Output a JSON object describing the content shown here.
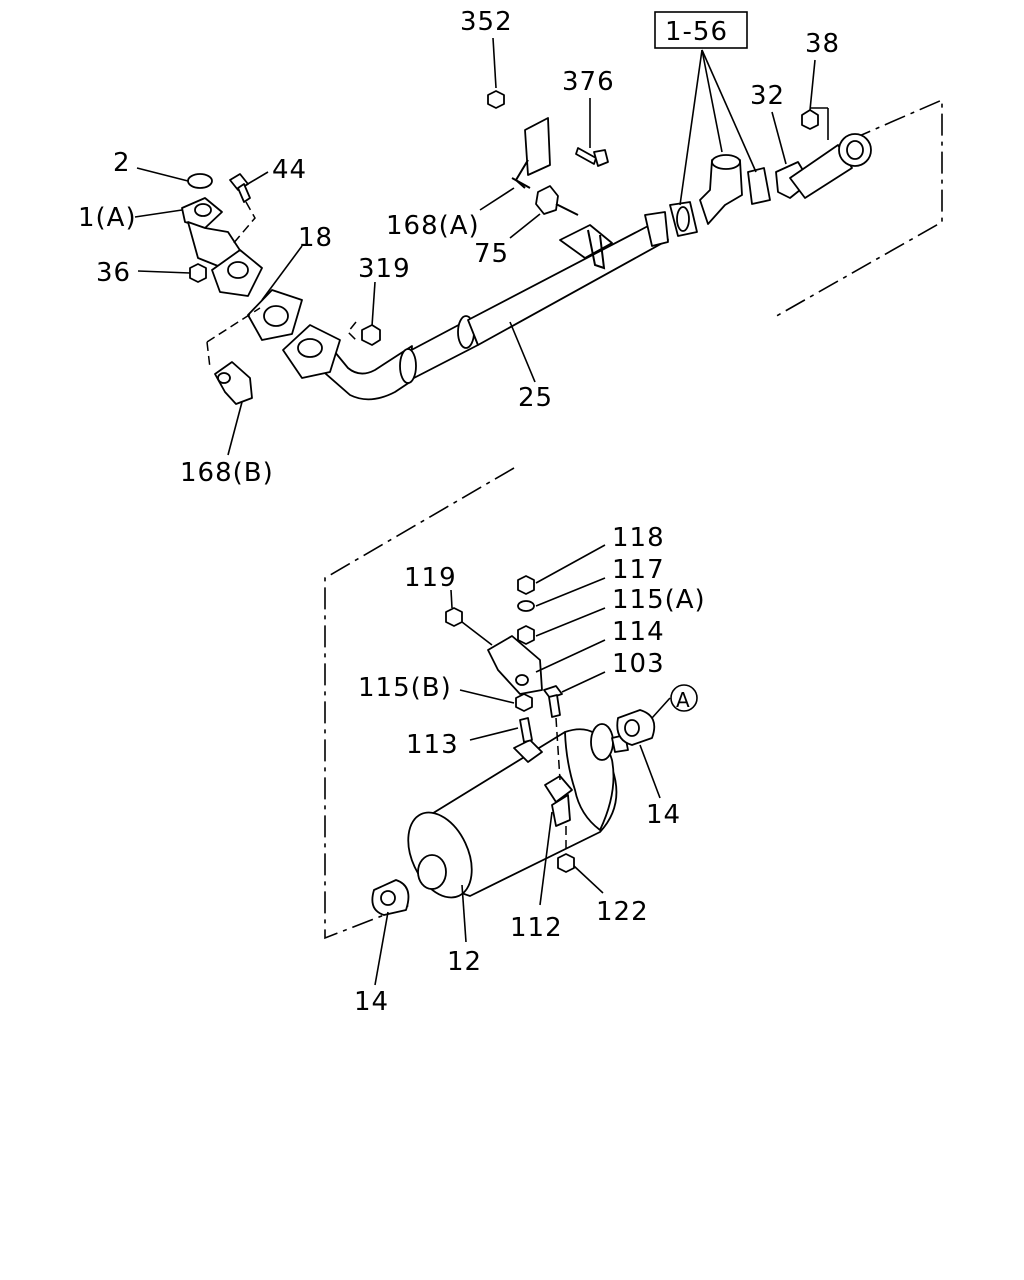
{
  "labels": {
    "p352": "352",
    "p1_56": "1-56",
    "p38": "38",
    "p376": "376",
    "p32": "32",
    "p2": "2",
    "p44": "44",
    "p1a": "1(A)",
    "p18": "18",
    "p168a": "168(A)",
    "p319": "319",
    "p75": "75",
    "p36": "36",
    "p25": "25",
    "p168b": "168(B)",
    "p118": "118",
    "p117": "117",
    "p119": "119",
    "p115a": "115(A)",
    "p114": "114",
    "p103": "103",
    "p115b": "115(B)",
    "p113": "113",
    "p14_right": "14",
    "p112": "112",
    "p122": "122",
    "p12": "12",
    "p14_left": "14",
    "refA": "A"
  }
}
